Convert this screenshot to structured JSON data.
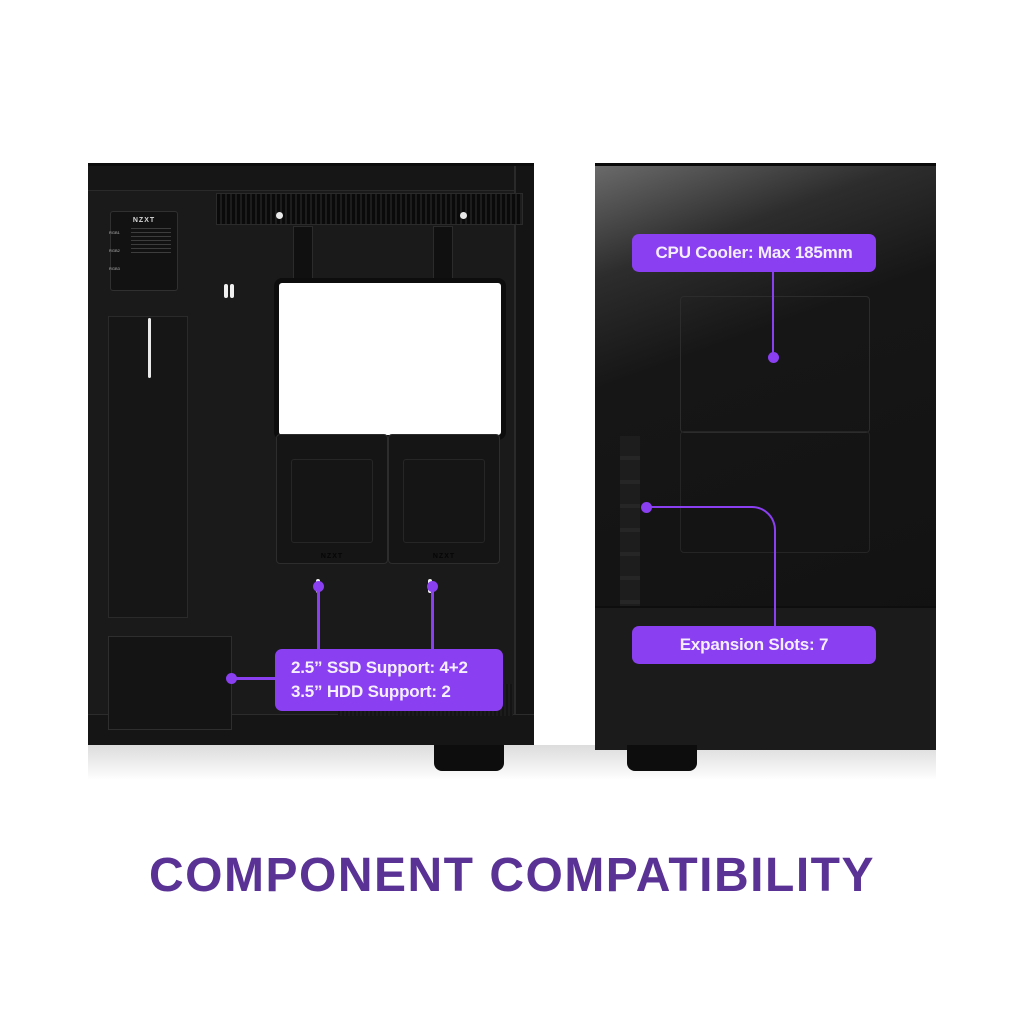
{
  "headline": "COMPONENT COMPATIBILITY",
  "colors": {
    "accent_purple": "#8a3ff0",
    "headline_purple": "#5a3295",
    "case_black": "#1a1a1a",
    "background": "#ffffff"
  },
  "left_case": {
    "rgb_hub": {
      "brand": "NZXT",
      "ports": [
        "RGB1",
        "RGB2",
        "RGB3"
      ]
    },
    "drive_trays": [
      {
        "logo": "NZXT"
      },
      {
        "logo": "NZXT"
      }
    ],
    "callout": {
      "lines": [
        "2.5” SSD Support: 4+2",
        "3.5” HDD Support: 2"
      ]
    }
  },
  "right_case": {
    "callouts": [
      {
        "label": "CPU Cooler: Max 185mm"
      },
      {
        "label": "Expansion Slots: 7"
      }
    ]
  }
}
